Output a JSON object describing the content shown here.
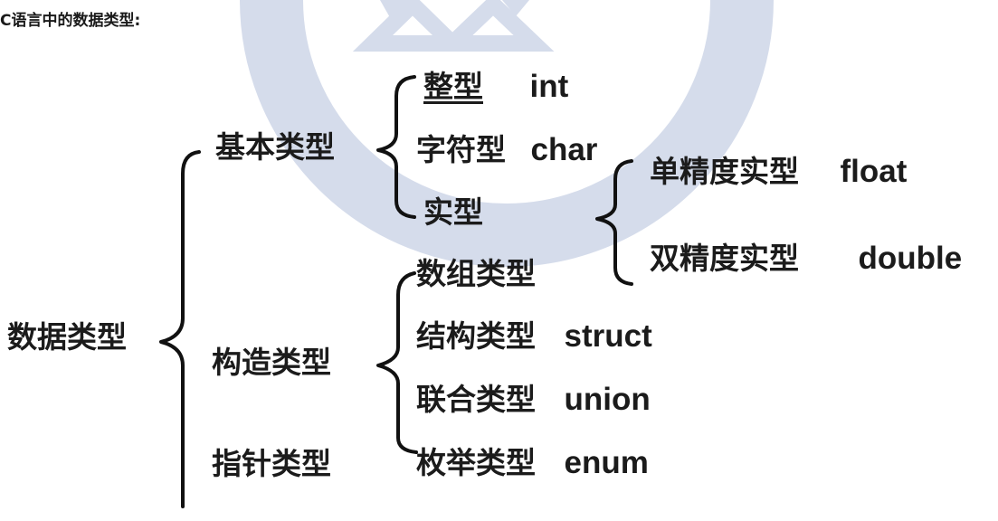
{
  "heading": "C语言中的数据类型:",
  "root": "数据类型",
  "basic": {
    "label": "基本类型",
    "int": {
      "cn": "整型",
      "kw": "int"
    },
    "char": {
      "cn": "字符型",
      "kw": "char"
    },
    "real": {
      "cn": "实型"
    },
    "float": {
      "cn": "单精度实型",
      "kw": "float"
    },
    "double": {
      "cn": "双精度实型",
      "kw": "double"
    }
  },
  "construct": {
    "label": "构造类型",
    "array": {
      "cn": "数组类型"
    },
    "struct": {
      "cn": "结构类型",
      "kw": "struct"
    },
    "union": {
      "cn": "联合类型",
      "kw": "union"
    },
    "enum": {
      "cn": "枚举类型",
      "kw": "enum"
    }
  },
  "pointer": {
    "label": "指针类型"
  },
  "colors": {
    "text": "#1b1b1b",
    "brace": "#111111",
    "watermark": "#d5dceb"
  },
  "watermark_icon": "star-of-david-circle-logo"
}
